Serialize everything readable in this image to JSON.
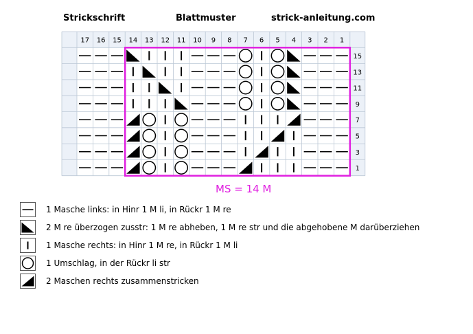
{
  "header": {
    "left": "Strickschrift",
    "center": "Blattmuster",
    "right": "strick-anleitung.com"
  },
  "chart_data": {
    "type": "table",
    "columns": [
      "17",
      "16",
      "15",
      "14",
      "13",
      "12",
      "11",
      "10",
      "9",
      "8",
      "7",
      "6",
      "5",
      "4",
      "3",
      "2",
      "1"
    ],
    "row_numbers": [
      "15",
      "13",
      "11",
      "9",
      "7",
      "5",
      "3",
      "1"
    ],
    "rows": [
      [
        "L",
        "L",
        "L",
        "S",
        "K",
        "K",
        "K",
        "L",
        "L",
        "L",
        "O",
        "K",
        "O",
        "S",
        "L",
        "L",
        "L"
      ],
      [
        "L",
        "L",
        "L",
        "K",
        "S",
        "K",
        "K",
        "L",
        "L",
        "L",
        "O",
        "K",
        "O",
        "S",
        "L",
        "L",
        "L"
      ],
      [
        "L",
        "L",
        "L",
        "K",
        "K",
        "S",
        "K",
        "L",
        "L",
        "L",
        "O",
        "K",
        "O",
        "S",
        "L",
        "L",
        "L"
      ],
      [
        "L",
        "L",
        "L",
        "K",
        "K",
        "K",
        "S",
        "L",
        "L",
        "L",
        "O",
        "K",
        "O",
        "S",
        "L",
        "L",
        "L"
      ],
      [
        "L",
        "L",
        "L",
        "T",
        "O",
        "K",
        "O",
        "L",
        "L",
        "L",
        "K",
        "K",
        "K",
        "T",
        "L",
        "L",
        "L"
      ],
      [
        "L",
        "L",
        "L",
        "T",
        "O",
        "K",
        "O",
        "L",
        "L",
        "L",
        "K",
        "K",
        "T",
        "K",
        "L",
        "L",
        "L"
      ],
      [
        "L",
        "L",
        "L",
        "T",
        "O",
        "K",
        "O",
        "L",
        "L",
        "L",
        "K",
        "T",
        "K",
        "K",
        "L",
        "L",
        "L"
      ],
      [
        "L",
        "L",
        "L",
        "T",
        "O",
        "K",
        "O",
        "L",
        "L",
        "L",
        "T",
        "K",
        "K",
        "K",
        "L",
        "L",
        "L"
      ]
    ],
    "repeat_columns": [
      "14",
      "1"
    ],
    "repeat_label": "MS = 14 M"
  },
  "legend": [
    {
      "symbol": "L",
      "icon": "dash-icon",
      "text": "1 Masche links: in Hinr 1 M li, in Rückr 1 M re"
    },
    {
      "symbol": "S",
      "icon": "left-triangle-icon",
      "text": "2 M re überzogen zusstr: 1 M re abheben, 1 M re str und die abgehobene M darüberziehen"
    },
    {
      "symbol": "K",
      "icon": "vertical-bar-icon",
      "text": "1 Masche rechts: in Hinr 1 M re, in Rückr 1 M li"
    },
    {
      "symbol": "O",
      "icon": "circle-icon",
      "text": "1 Umschlag, in der Rückr li str"
    },
    {
      "symbol": "T",
      "icon": "right-triangle-icon",
      "text": "2 Maschen rechts zusammenstricken"
    }
  ],
  "colors": {
    "grid": "#bcc8d6",
    "header_bg": "#ecf1f8",
    "repeat": "#e020e0",
    "symbol": "#000000"
  }
}
